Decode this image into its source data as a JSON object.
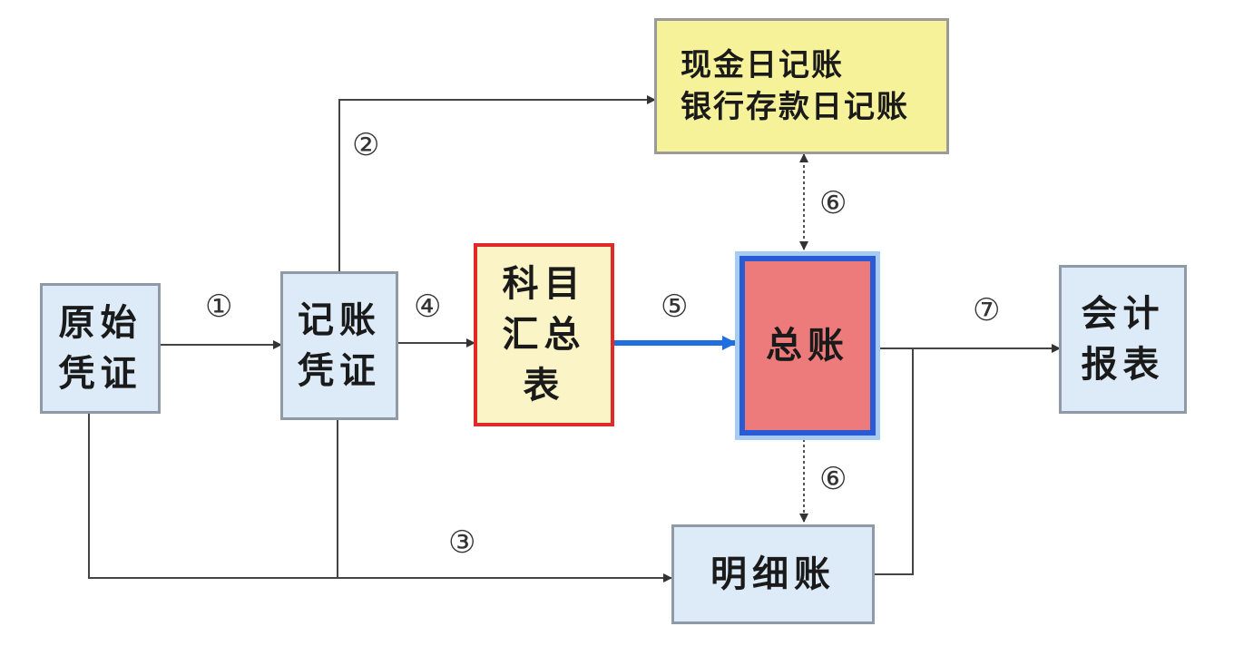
{
  "nodes": {
    "original_voucher": [
      "原始",
      "凭证"
    ],
    "accounting_voucher": [
      "记账",
      "凭证"
    ],
    "summary_table": [
      "科目",
      "汇总",
      "表"
    ],
    "general_ledger": "总账",
    "journals": [
      "现金日记账",
      "银行存款日记账"
    ],
    "detail_ledger": "明细账",
    "accounting_report": [
      "会计",
      "报表"
    ]
  },
  "steps": [
    "①",
    "②",
    "③",
    "④",
    "⑤",
    "⑥",
    "⑥",
    "⑦"
  ],
  "colors": {
    "blue_box": "#dcebf7",
    "yellow_box": "#f6f29a",
    "red_border": "#e02a2a",
    "ledger_fill": "#ee7b7b",
    "ledger_border": "#2a5bd4",
    "arrow_blue": "#1f6fe0",
    "line": "#444444"
  }
}
